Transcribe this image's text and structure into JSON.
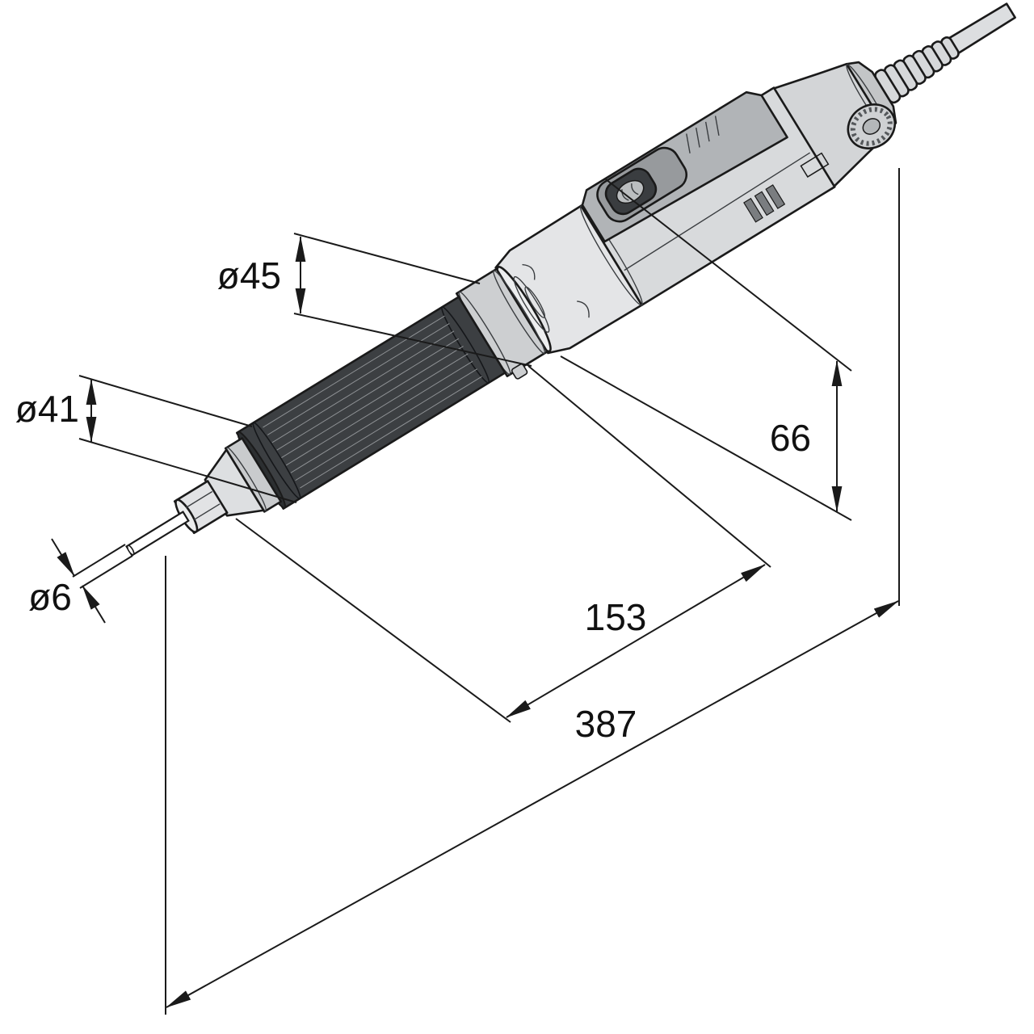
{
  "drawing": {
    "type": "technical-dimension-drawing",
    "subject": "straight-die-grinder",
    "unit_labels": {
      "collar_diameter": "ø45",
      "grip_diameter": "ø41",
      "spindle_diameter": "ø6",
      "housing_diameter": "66",
      "front_section_length": "153",
      "overall_length": "387"
    },
    "colors": {
      "outline": "#1a1a1a",
      "body_light": "#d8dadc",
      "body_mid": "#b1b4b7",
      "grip_dark": "#3c3f42",
      "background": "#ffffff"
    }
  }
}
